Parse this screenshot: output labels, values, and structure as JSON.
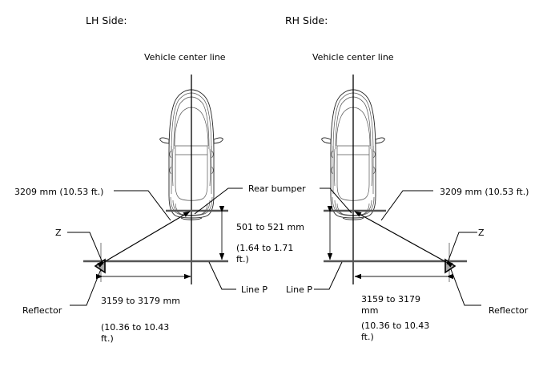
{
  "sides": {
    "left": {
      "heading": "LH Side:",
      "center_line_label": "Vehicle center line",
      "diagonal_label": "3209 mm (10.53 ft.)",
      "z_label": "Z",
      "reflector_label": "Reflector",
      "line_p_label": "Line P",
      "horizontal_dim_mm": "3159 to 3179 mm",
      "horizontal_dim_ft": "(10.36 to 10.43 ft.)",
      "rear_bumper_label": "Rear bumper",
      "vertical_dim_mm": "501 to 521 mm",
      "vertical_dim_ft": "(1.64 to 1.71 ft.)"
    },
    "right": {
      "heading": "RH Side:",
      "center_line_label": "Vehicle center line",
      "diagonal_label": "3209 mm (10.53 ft.)",
      "z_label": "Z",
      "reflector_label": "Reflector",
      "line_p_label": "Line P",
      "horizontal_dim_mm_line1": "3159 to 3179",
      "horizontal_dim_mm_line2": "mm",
      "horizontal_dim_ft_line1": "(10.36 to 10.43",
      "horizontal_dim_ft_line2": "ft.)"
    }
  },
  "text_fragments": {
    "lh_dim_ft_line1": "(10.36 to 10.43",
    "lh_dim_ft_line2": "ft.)",
    "vert_ft_line1": "(1.64 to 1.71",
    "vert_ft_line2": "ft.)"
  },
  "colors": {
    "stroke": "#000000",
    "reflector_fill": "#a8a8a8",
    "dimension_line": "#666666",
    "ground_line": "#555555",
    "background": "#ffffff"
  },
  "icons": {
    "reflector": "triangle-reflector-icon",
    "car": "car-top-view-icon"
  }
}
